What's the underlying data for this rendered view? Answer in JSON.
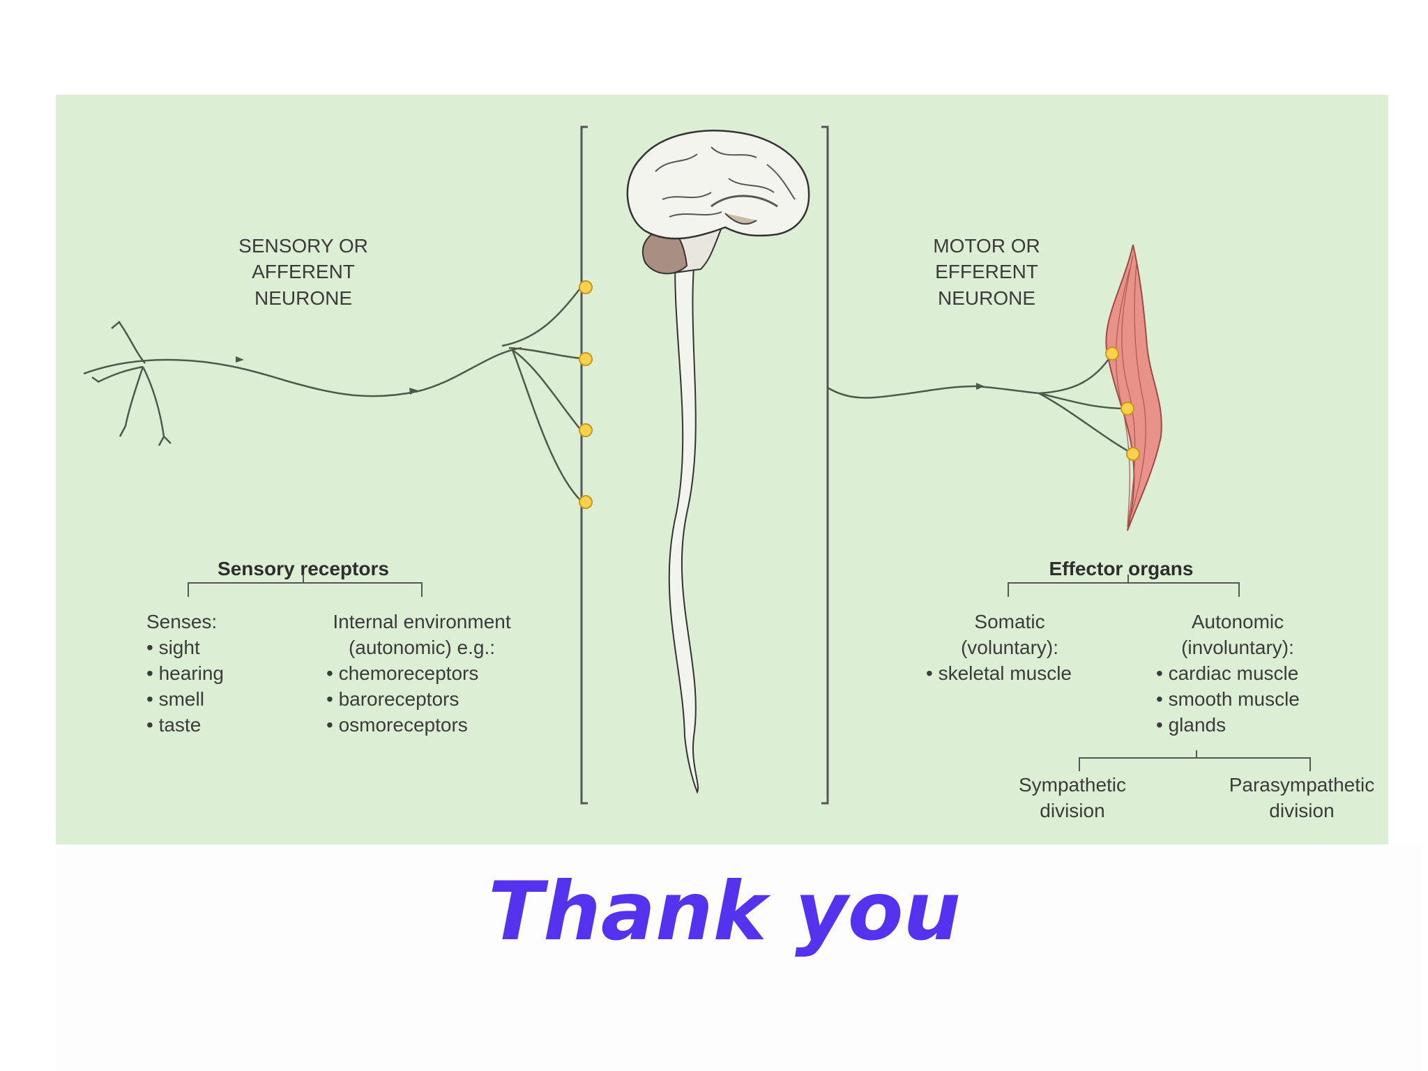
{
  "diagram": {
    "sensory_heading": [
      "SENSORY OR",
      "AFFERENT",
      "NEURONE"
    ],
    "motor_heading": [
      "MOTOR OR",
      "EFFERENT",
      "NEURONE"
    ],
    "sensory_receptors": {
      "title": "Sensory receptors",
      "senses": {
        "title": "Senses:",
        "items": [
          "• sight",
          "• hearing",
          "• smell",
          "• taste"
        ]
      },
      "internal": {
        "title": [
          "Internal environment",
          "(autonomic) e.g.:"
        ],
        "items": [
          "• chemoreceptors",
          "• baroreceptors",
          "• osmoreceptors"
        ]
      }
    },
    "effector_organs": {
      "title": "Effector organs",
      "somatic": {
        "title": [
          "Somatic",
          "(voluntary):"
        ],
        "items": [
          "• skeletal muscle"
        ]
      },
      "autonomic": {
        "title": [
          "Autonomic",
          "(involuntary):"
        ],
        "items": [
          "• cardiac muscle",
          "• smooth muscle",
          "• glands"
        ]
      },
      "divisions": [
        [
          "Sympathetic",
          "division"
        ],
        [
          "Parasympathetic",
          "division"
        ]
      ]
    },
    "colors": {
      "background": "#dcefd4",
      "synapse": "#f7d24a",
      "muscle": "#e8928a",
      "cns": "#eef3ea"
    }
  },
  "closing": {
    "text": "Thank you",
    "color": "#5533ee"
  }
}
